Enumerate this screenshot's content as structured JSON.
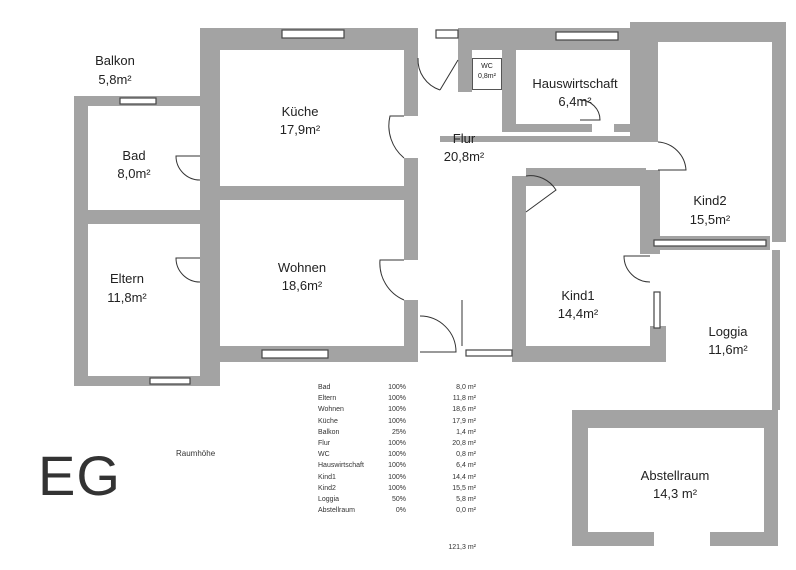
{
  "floor_label": "EG",
  "ceiling_height_label": "Raumhöhe",
  "rooms": {
    "balkon": {
      "name": "Balkon",
      "area": "5,8m²"
    },
    "bad": {
      "name": "Bad",
      "area": "8,0m²"
    },
    "kueche": {
      "name": "Küche",
      "area": "17,9m²"
    },
    "wc": {
      "name": "WC",
      "area": "0,8m²"
    },
    "hauswirtschaft": {
      "name": "Hauswirtschaft",
      "area": "6,4m²"
    },
    "flur": {
      "name": "Flur",
      "area": "20,8m²"
    },
    "kind2": {
      "name": "Kind2",
      "area": "15,5m²"
    },
    "eltern": {
      "name": "Eltern",
      "area": "11,8m²"
    },
    "wohnen": {
      "name": "Wohnen",
      "area": "18,6m²"
    },
    "kind1": {
      "name": "Kind1",
      "area": "14,4m²"
    },
    "loggia": {
      "name": "Loggia",
      "area": "11,6m²"
    },
    "abstellraum": {
      "name": "Abstellraum",
      "area": "14,3 m²"
    }
  },
  "area_table": {
    "rows": [
      {
        "name": "Bad",
        "percent": "100%",
        "area": "8,0 m²"
      },
      {
        "name": "Eltern",
        "percent": "100%",
        "area": "11,8 m²"
      },
      {
        "name": "Wohnen",
        "percent": "100%",
        "area": "18,6 m²"
      },
      {
        "name": "Küche",
        "percent": "100%",
        "area": "17,9 m²"
      },
      {
        "name": "Balkon",
        "percent": "25%",
        "area": "1,4 m²"
      },
      {
        "name": "Flur",
        "percent": "100%",
        "area": "20,8 m²"
      },
      {
        "name": "WC",
        "percent": "100%",
        "area": "0,8 m²"
      },
      {
        "name": "Hauswirtschaft",
        "percent": "100%",
        "area": "6,4 m²"
      },
      {
        "name": "Kind1",
        "percent": "100%",
        "area": "14,4 m²"
      },
      {
        "name": "Kind2",
        "percent": "100%",
        "area": "15,5 m²"
      },
      {
        "name": "Loggia",
        "percent": "50%",
        "area": "5,8 m²"
      },
      {
        "name": "Abstellraum",
        "percent": "0%",
        "area": "0,0 m²"
      }
    ],
    "total": "121,3 m²"
  }
}
